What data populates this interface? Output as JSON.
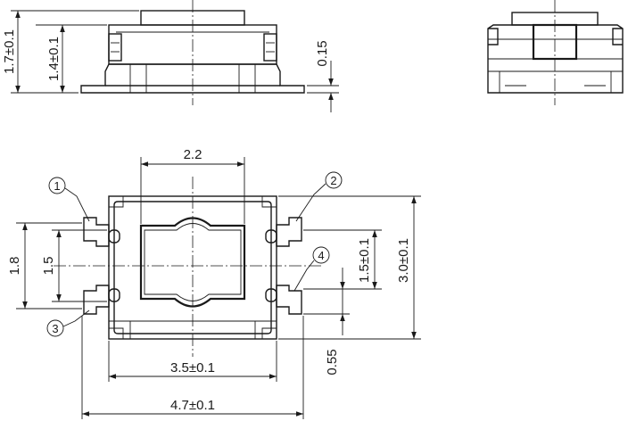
{
  "dimensions": {
    "total_height": "1.7±0.1",
    "body_height": "1.4±0.1",
    "standoff": "0.15",
    "plunger_width": "2.2",
    "pad_pitch_outer": "1.8",
    "pad_pitch_inner": "1.5",
    "pad_pitch_right": "1.5±0.1",
    "body_depth": "3.0±0.1",
    "pad_width": "0.55",
    "body_width": "3.5±0.1",
    "total_width": "4.7±0.1"
  },
  "pins": [
    "1",
    "2",
    "3",
    "4"
  ]
}
